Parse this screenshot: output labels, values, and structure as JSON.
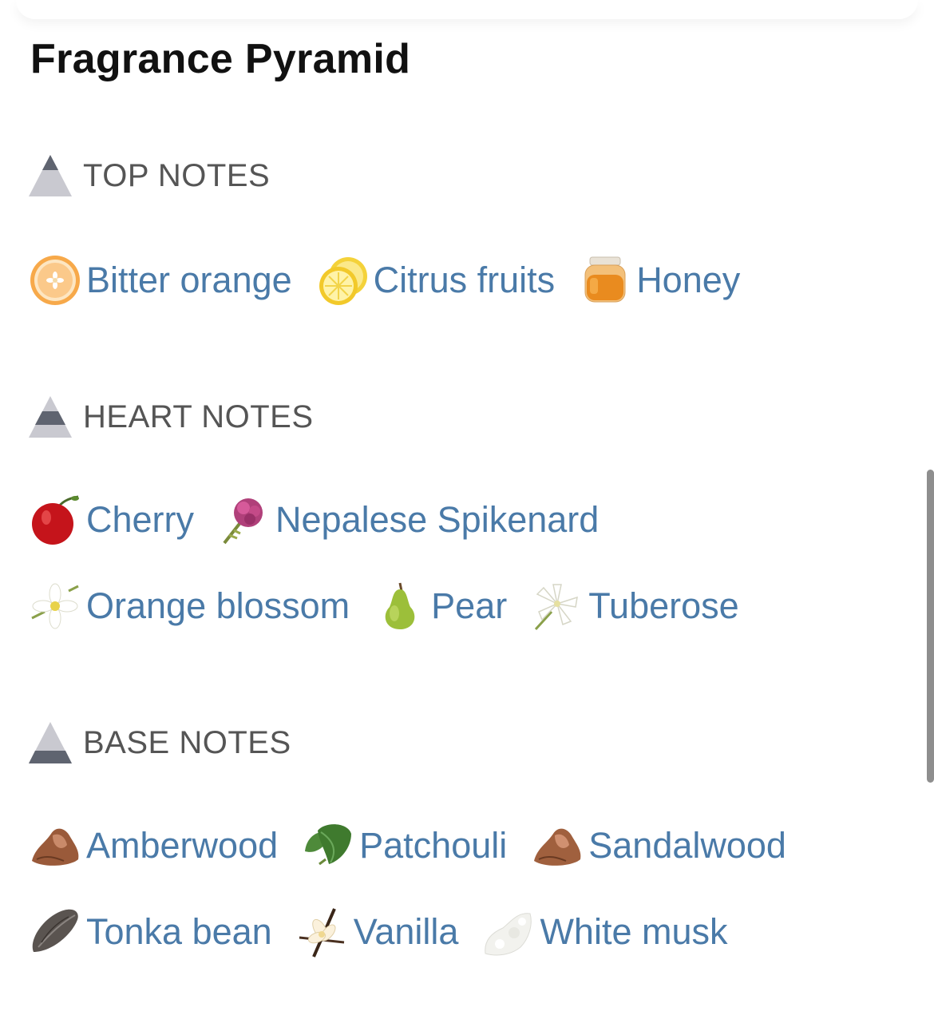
{
  "title": "Fragrance Pyramid",
  "sections": {
    "top": {
      "label": "TOP NOTES",
      "notes": [
        "Bitter orange",
        "Citrus fruits",
        "Honey"
      ]
    },
    "heart": {
      "label": "HEART NOTES",
      "notes": [
        "Cherry",
        "Nepalese Spikenard",
        "Orange blossom",
        "Pear",
        "Tuberose"
      ]
    },
    "base": {
      "label": "BASE NOTES",
      "notes": [
        "Amberwood",
        "Patchouli",
        "Sandalwood",
        "Tonka bean",
        "Vanilla",
        "White musk"
      ]
    }
  },
  "icons": {
    "top": [
      "orange-slice-icon",
      "lemon-slice-icon",
      "honey-jar-icon"
    ],
    "heart": [
      "cherry-icon",
      "spikenard-flower-icon",
      "orange-blossom-icon",
      "pear-icon",
      "tuberose-icon"
    ],
    "base": [
      "amberwood-icon",
      "patchouli-leaf-icon",
      "sandalwood-icon",
      "tonka-bean-icon",
      "vanilla-icon",
      "white-musk-icon"
    ]
  },
  "colors": {
    "link": "#4a7aa8",
    "section_label": "#555555",
    "pyramid_dark": "#5f6470",
    "pyramid_light": "#c9c9d0"
  }
}
